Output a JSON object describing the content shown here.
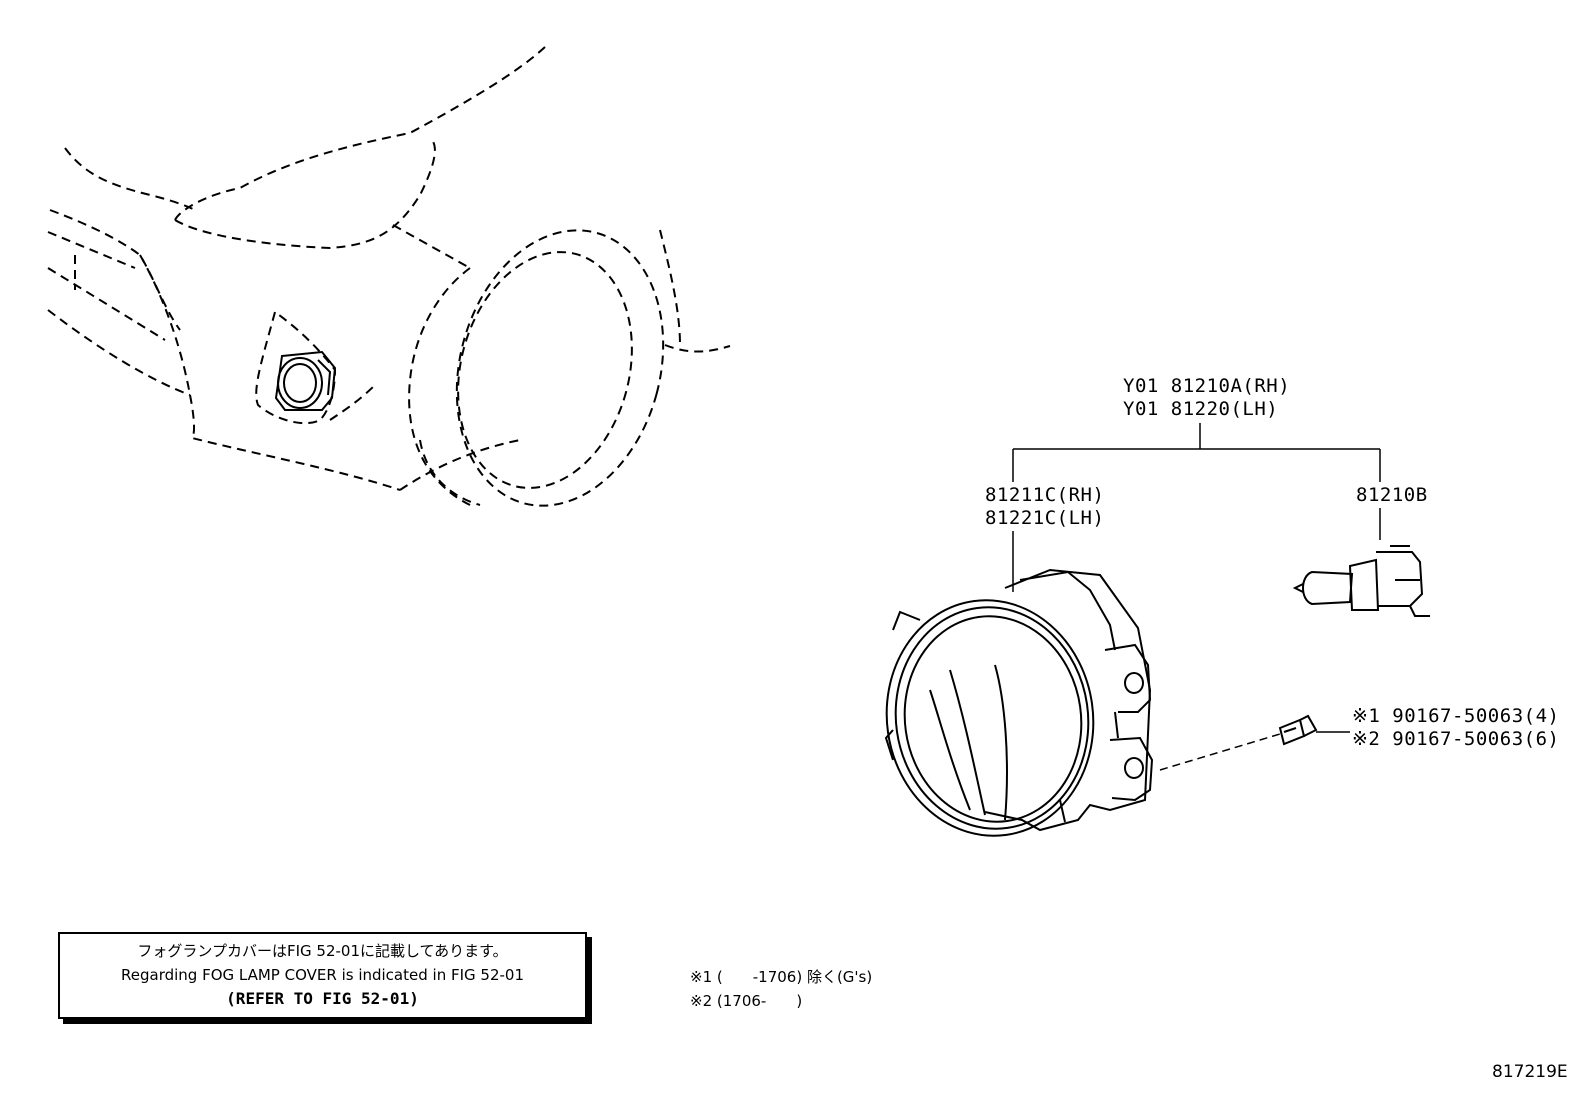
{
  "callouts": {
    "assembly_rh": "Y01 81210A(RH)",
    "assembly_lh": "Y01 81220(LH)",
    "lamp_rh": "81211C(RH)",
    "lamp_lh": "81221C(LH)",
    "bulb": "81210B",
    "screw_1": "※1 90167-50063(4)",
    "screw_2": "※2 90167-50063(6)"
  },
  "note": {
    "japanese": "フォグランプカバーはFIG 52-01に記載してあります。",
    "english": "Regarding FOG LAMP COVER is indicated in FIG 52-01",
    "refer": "(REFER TO FIG 52-01)"
  },
  "footnotes": {
    "f1": "※1 (　　-1706) 除く(G's)",
    "f2": "※2 (1706-　　)"
  },
  "figure_id": "817219E"
}
